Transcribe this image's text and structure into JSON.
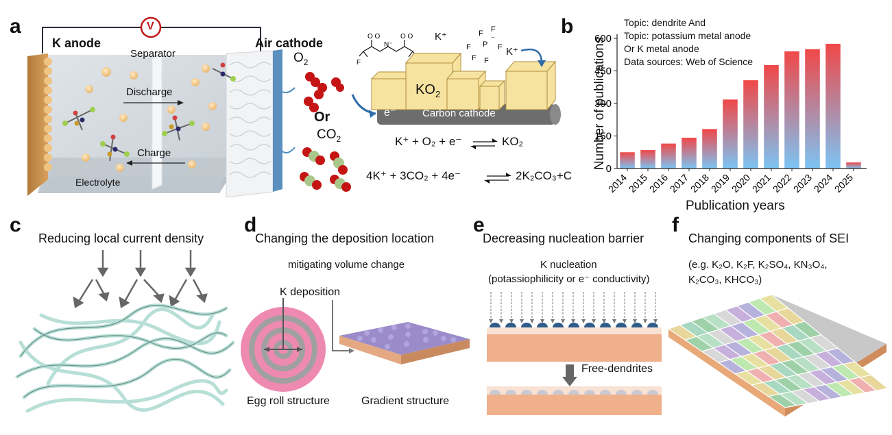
{
  "panels": {
    "a": {
      "label": "a",
      "k_anode": "K anode",
      "voltmeter": "V",
      "separator": "Separator",
      "air_cathode": "Air cathode",
      "discharge": "Discharge",
      "charge": "Charge",
      "electrolyte": "Electrolyte",
      "o2_main": "O",
      "o2_sub": "2",
      "or": "Or",
      "co2_main": "CO",
      "co2_sub": "2",
      "kplus_1": "K⁺",
      "kplus_2": "K⁺",
      "ko2": "KO",
      "ko2_sub": "2",
      "electron": "e⁻",
      "carbon_cathode": "Carbon cathode",
      "eq1_left": "K⁺ + O₂ + e⁻",
      "eq1_right": "KO₂",
      "eq2_left": "4K⁺ + 3CO₂ + 4e⁻",
      "eq2_right": "2K₂CO₃+C"
    },
    "b": {
      "label": "b",
      "legend_lines": [
        "Topic: dendrite And",
        "Topic: potassium metal anode",
        "Or K metal anode",
        "Data sources: Web of Science"
      ]
    },
    "c": {
      "label": "c",
      "title": "Reducing local current density"
    },
    "d": {
      "label": "d",
      "title": "Changing the deposition location",
      "subtitle": "mitigating volume change",
      "k_deposition": "K deposition",
      "egg_roll": "Egg roll structure",
      "gradient": "Gradient structure"
    },
    "e": {
      "label": "e",
      "title": "Decreasing nucleation barrier",
      "nucleation_1": "K nucleation",
      "nucleation_2": "(potassiophilicity or e⁻ conductivity)",
      "free_dendrites": "Free-dendrites"
    },
    "f": {
      "label": "f",
      "title": "Changing components of SEI",
      "examples_1": "(e.g. K₂O, K₂F, K₂SO₄, KN₃O₄,",
      "examples_2": "K₂CO₃, KHCO₃)"
    }
  },
  "chart_data": {
    "type": "bar",
    "categories": [
      "2014",
      "2015",
      "2016",
      "2017",
      "2018",
      "2019",
      "2020",
      "2021",
      "2022",
      "2023",
      "2024",
      "2025"
    ],
    "values": [
      75,
      85,
      115,
      142,
      182,
      318,
      407,
      477,
      540,
      550,
      575,
      28
    ],
    "ylabel": "Number of publications",
    "xlabel": "Publication years",
    "ylim": [
      0,
      600
    ],
    "yticks": [
      "0",
      "150",
      "300",
      "450",
      "600"
    ],
    "bar_gradient": [
      "#f04848",
      "#7cc4f4"
    ],
    "grid": false
  }
}
